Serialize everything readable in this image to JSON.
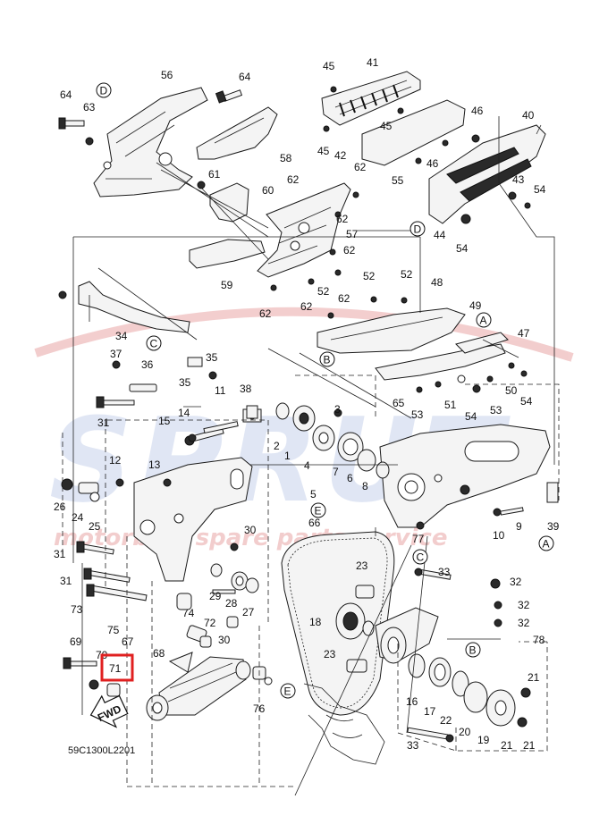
{
  "diagram": {
    "drawing_code": "59C1300L2201",
    "watermark": {
      "brand": "SPRUT",
      "tagline": "motorbike spare parts service"
    },
    "direction_marker": "FWD",
    "highlighted_part": "71",
    "colors": {
      "highlight": "#e02020",
      "watermark_red": "#e9a6a6",
      "watermark_blue": "#c7d2ec",
      "line": "#222222"
    },
    "ref_letters": [
      "A",
      "B",
      "C",
      "D",
      "E"
    ],
    "callouts": [
      "1",
      "2",
      "3",
      "4",
      "5",
      "6",
      "7",
      "8",
      "9",
      "10",
      "11",
      "12",
      "13",
      "14",
      "15",
      "16",
      "17",
      "18",
      "19",
      "20",
      "21",
      "22",
      "23",
      "24",
      "25",
      "26",
      "27",
      "28",
      "29",
      "30",
      "31",
      "32",
      "33",
      "34",
      "35",
      "36",
      "37",
      "38",
      "39",
      "40",
      "41",
      "42",
      "43",
      "44",
      "45",
      "46",
      "47",
      "48",
      "49",
      "50",
      "51",
      "52",
      "53",
      "54",
      "55",
      "56",
      "57",
      "58",
      "59",
      "60",
      "61",
      "62",
      "63",
      "64",
      "65",
      "66",
      "67",
      "68",
      "69",
      "70",
      "71",
      "72",
      "73",
      "74",
      "75",
      "76",
      "77",
      "78"
    ]
  }
}
